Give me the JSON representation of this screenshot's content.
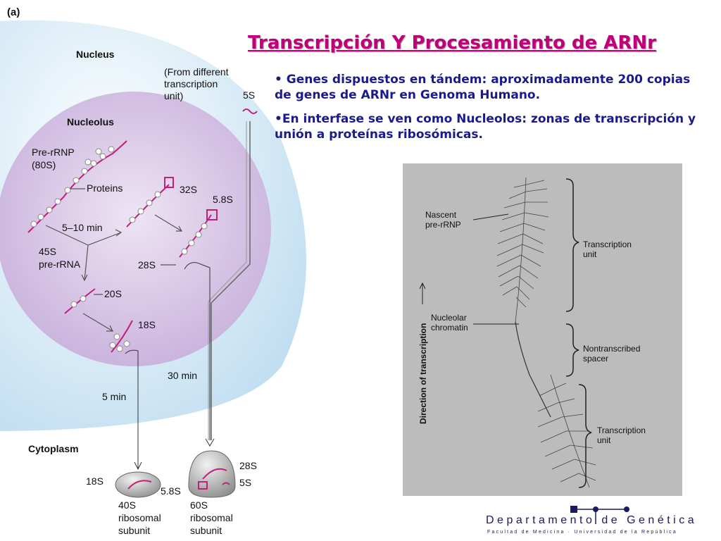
{
  "panel_label": "(a)",
  "title": "Transcripción Y Procesamiento de ARNr",
  "bullets": [
    "• Genes dispuestos en tándem: aproximadamente 200 copias de genes de ARNr en Genoma Humano.",
    "•En interfase se ven como Nucleolos: zonas de transcripción y unión a proteínas ribosómicas."
  ],
  "diagram": {
    "nucleus": "Nucleus",
    "nucleolus": "Nucleolus",
    "cytoplasm": "Cytoplasm",
    "from_unit": [
      "(From different",
      "transcription",
      "unit)"
    ],
    "five_s_top": "5S",
    "pre_rrnp": [
      "Pre-rRNP",
      "(80S)"
    ],
    "proteins": "Proteins",
    "pre_rrna": [
      "45S",
      "pre-rRNA"
    ],
    "time_5_10": "5–10 min",
    "s32": "32S",
    "s58": "5.8S",
    "s28": "28S",
    "s20": "20S",
    "s18": "18S",
    "time_30": "30 min",
    "time_5": "5 min",
    "sub_40_18s": "18S",
    "sub_40_58s": "5.8S",
    "sub_60_28s": "28S",
    "sub_60_5s": "5S",
    "sub_40": [
      "40S",
      "ribosomal",
      "subunit"
    ],
    "sub_60": [
      "60S",
      "ribosomal",
      "subunit"
    ]
  },
  "micrograph": {
    "nascent": [
      "Nascent",
      "pre-rRNP"
    ],
    "transcription_unit_1": [
      "Transcription",
      "unit"
    ],
    "nucleolar": [
      "Nucleolar",
      "chromatin"
    ],
    "nontranscribed": [
      "Nontranscribed",
      "spacer"
    ],
    "transcription_unit_2": [
      "Transcription",
      "unit"
    ],
    "direction": "Direction of transcription"
  },
  "footer": {
    "department": "Departamento de Genética",
    "faculty": "Facultad de Medicina · Universidad de la República"
  },
  "colors": {
    "title": "#c0007a",
    "bullets": "#1a1a8c",
    "rna": "#c0207a",
    "nucleus": "#cfe6f5",
    "nucleolus": "#d8c6e6"
  }
}
